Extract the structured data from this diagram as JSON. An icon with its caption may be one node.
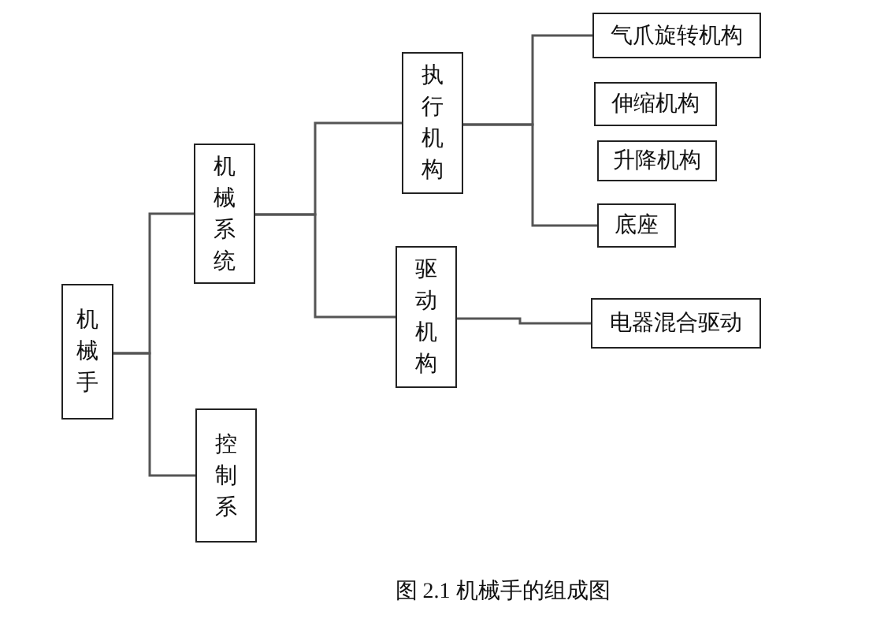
{
  "diagram": {
    "caption": "图 2.1 机械手的组成图",
    "nodes": [
      {
        "text": [
          "机械手"
        ]
      },
      {
        "text": [
          "机械系统"
        ]
      },
      {
        "text": [
          "控制系"
        ]
      },
      {
        "text": [
          "执行机构"
        ]
      },
      {
        "text": [
          "驱动机构"
        ]
      },
      {
        "text": [
          "气爪旋转机构"
        ]
      },
      {
        "text": [
          "伸缩机构"
        ]
      },
      {
        "text": [
          "升降机构"
        ]
      },
      {
        "text": [
          "底座"
        ]
      },
      {
        "text": [
          "电器混合驱动"
        ]
      }
    ],
    "edges": [
      {
        "from": 0,
        "to": 1,
        "arrow": "none"
      },
      {
        "from": 0,
        "to": 2,
        "arrow": "none"
      },
      {
        "from": 1,
        "to": 3,
        "arrow": "none"
      },
      {
        "from": 1,
        "to": 4,
        "arrow": "none"
      },
      {
        "from": 3,
        "to": 5,
        "arrow": "none"
      },
      {
        "from": 3,
        "to": 8,
        "arrow": "none"
      },
      {
        "from": 4,
        "to": 9,
        "arrow": "none"
      }
    ]
  }
}
